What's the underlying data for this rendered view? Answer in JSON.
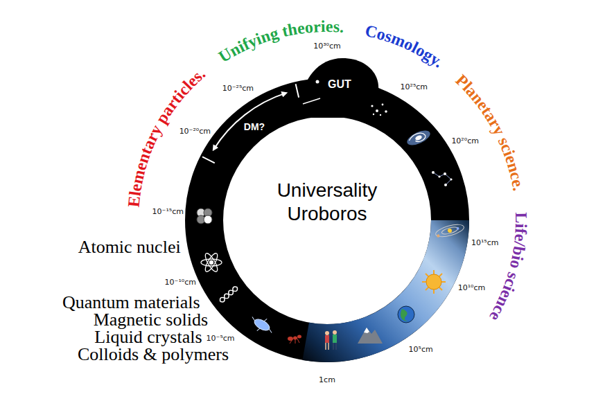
{
  "diagram": {
    "labels": [
      "Elementary particles.",
      "Unifying theories.",
      "Cosmology.",
      "Planetary science.",
      "Life/bio science",
      "10³⁰cm",
      "10²⁵cm",
      "10²⁰cm",
      "10¹⁵cm",
      "10¹⁰cm",
      "10⁵cm",
      "1cm",
      "10⁻⁵cm",
      "10⁻¹⁰cm",
      "10⁻¹⁵cm",
      "10⁻²⁰cm",
      "10⁻²⁵cm",
      "GUT",
      "DM?",
      "Universality Uroboros",
      "Atomic nuclei",
      "Quantum materials",
      "Magnetic solids",
      "Liquid crystals",
      "Colloids & polymers"
    ]
  }
}
